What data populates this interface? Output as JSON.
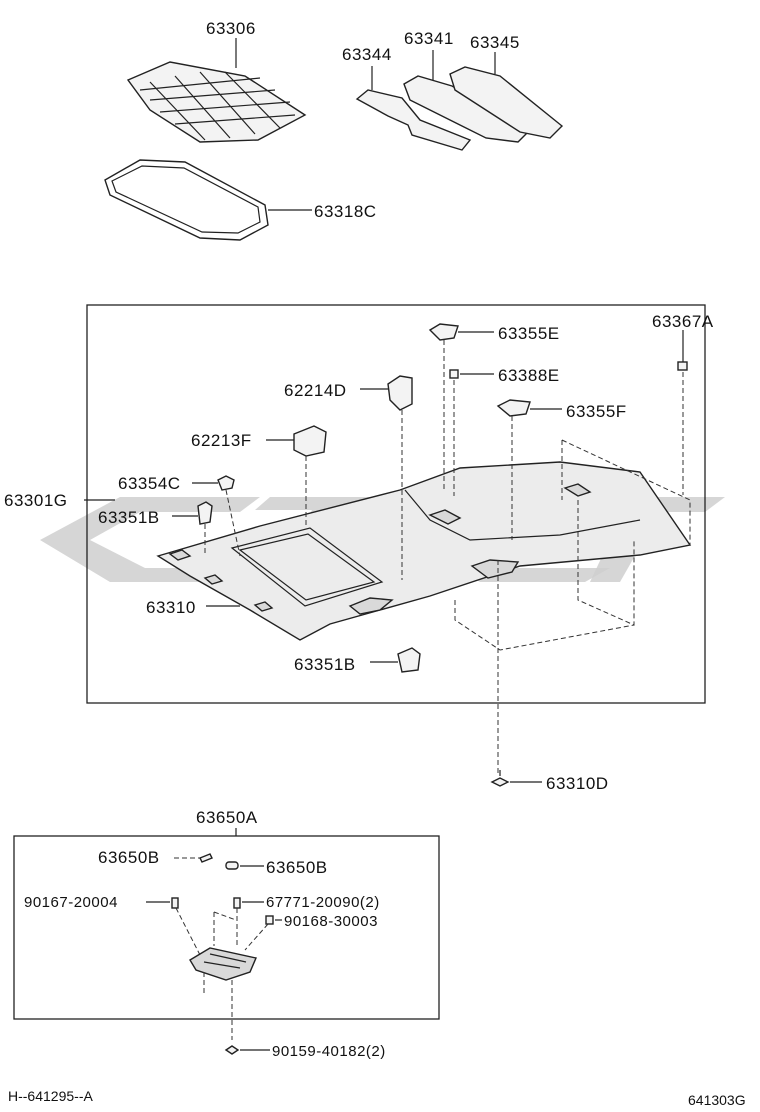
{
  "diagram": {
    "top_parts": {
      "p63306": "63306",
      "p63344": "63344",
      "p63341": "63341",
      "p63345": "63345",
      "p63318C": "63318C"
    },
    "headlining_group": {
      "p63355E": "63355E",
      "p63367A": "63367A",
      "p63388E": "63388E",
      "p62214D": "62214D",
      "p63355F": "63355F",
      "p62213F": "62213F",
      "p63354C": "63354C",
      "p63301G": "63301G",
      "p63351B_a": "63351B",
      "p63310": "63310",
      "p63351B_b": "63351B"
    },
    "below_group": {
      "p63310D": "63310D"
    },
    "lamp_group": {
      "p63650A": "63650A",
      "p63650B_a": "63650B",
      "p63650B_b": "63650B",
      "p90167": "90167-20004",
      "p67771": "67771-20090(2)",
      "p90168": "90168-30003",
      "p90159": "90159-40182(2)"
    },
    "footer": {
      "left_code": "H--641295--A",
      "right_code": "641303G"
    }
  }
}
